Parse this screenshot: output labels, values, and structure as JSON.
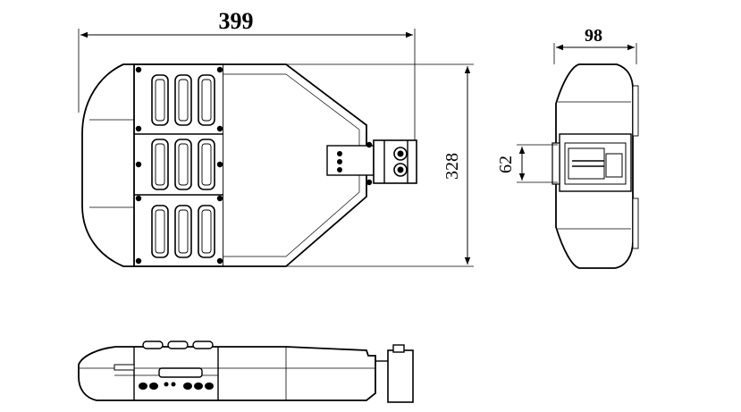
{
  "dimensions": {
    "length": "399",
    "depth": "98",
    "width": "328",
    "mount": "62"
  },
  "colors": {
    "stroke": "#000000",
    "fill_light": "#ffffff",
    "fill_gray": "#e8e8e8"
  }
}
